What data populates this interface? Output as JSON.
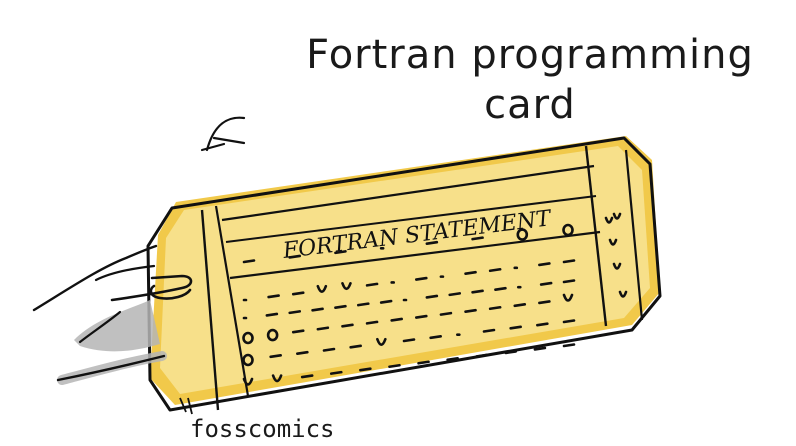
{
  "title_line1": "Fortran programming",
  "title_line2": "card",
  "card_label": "FORTRAN STATEMENT",
  "credit": "fosscomics",
  "colors": {
    "card_fill": "#f7e08a",
    "card_shade": "#f1c94a",
    "ink": "#111111",
    "hand_shadow": "#b5b5b5"
  },
  "icons": {
    "arrow": "curved-arrow-icon",
    "hand": "hand-icon"
  }
}
